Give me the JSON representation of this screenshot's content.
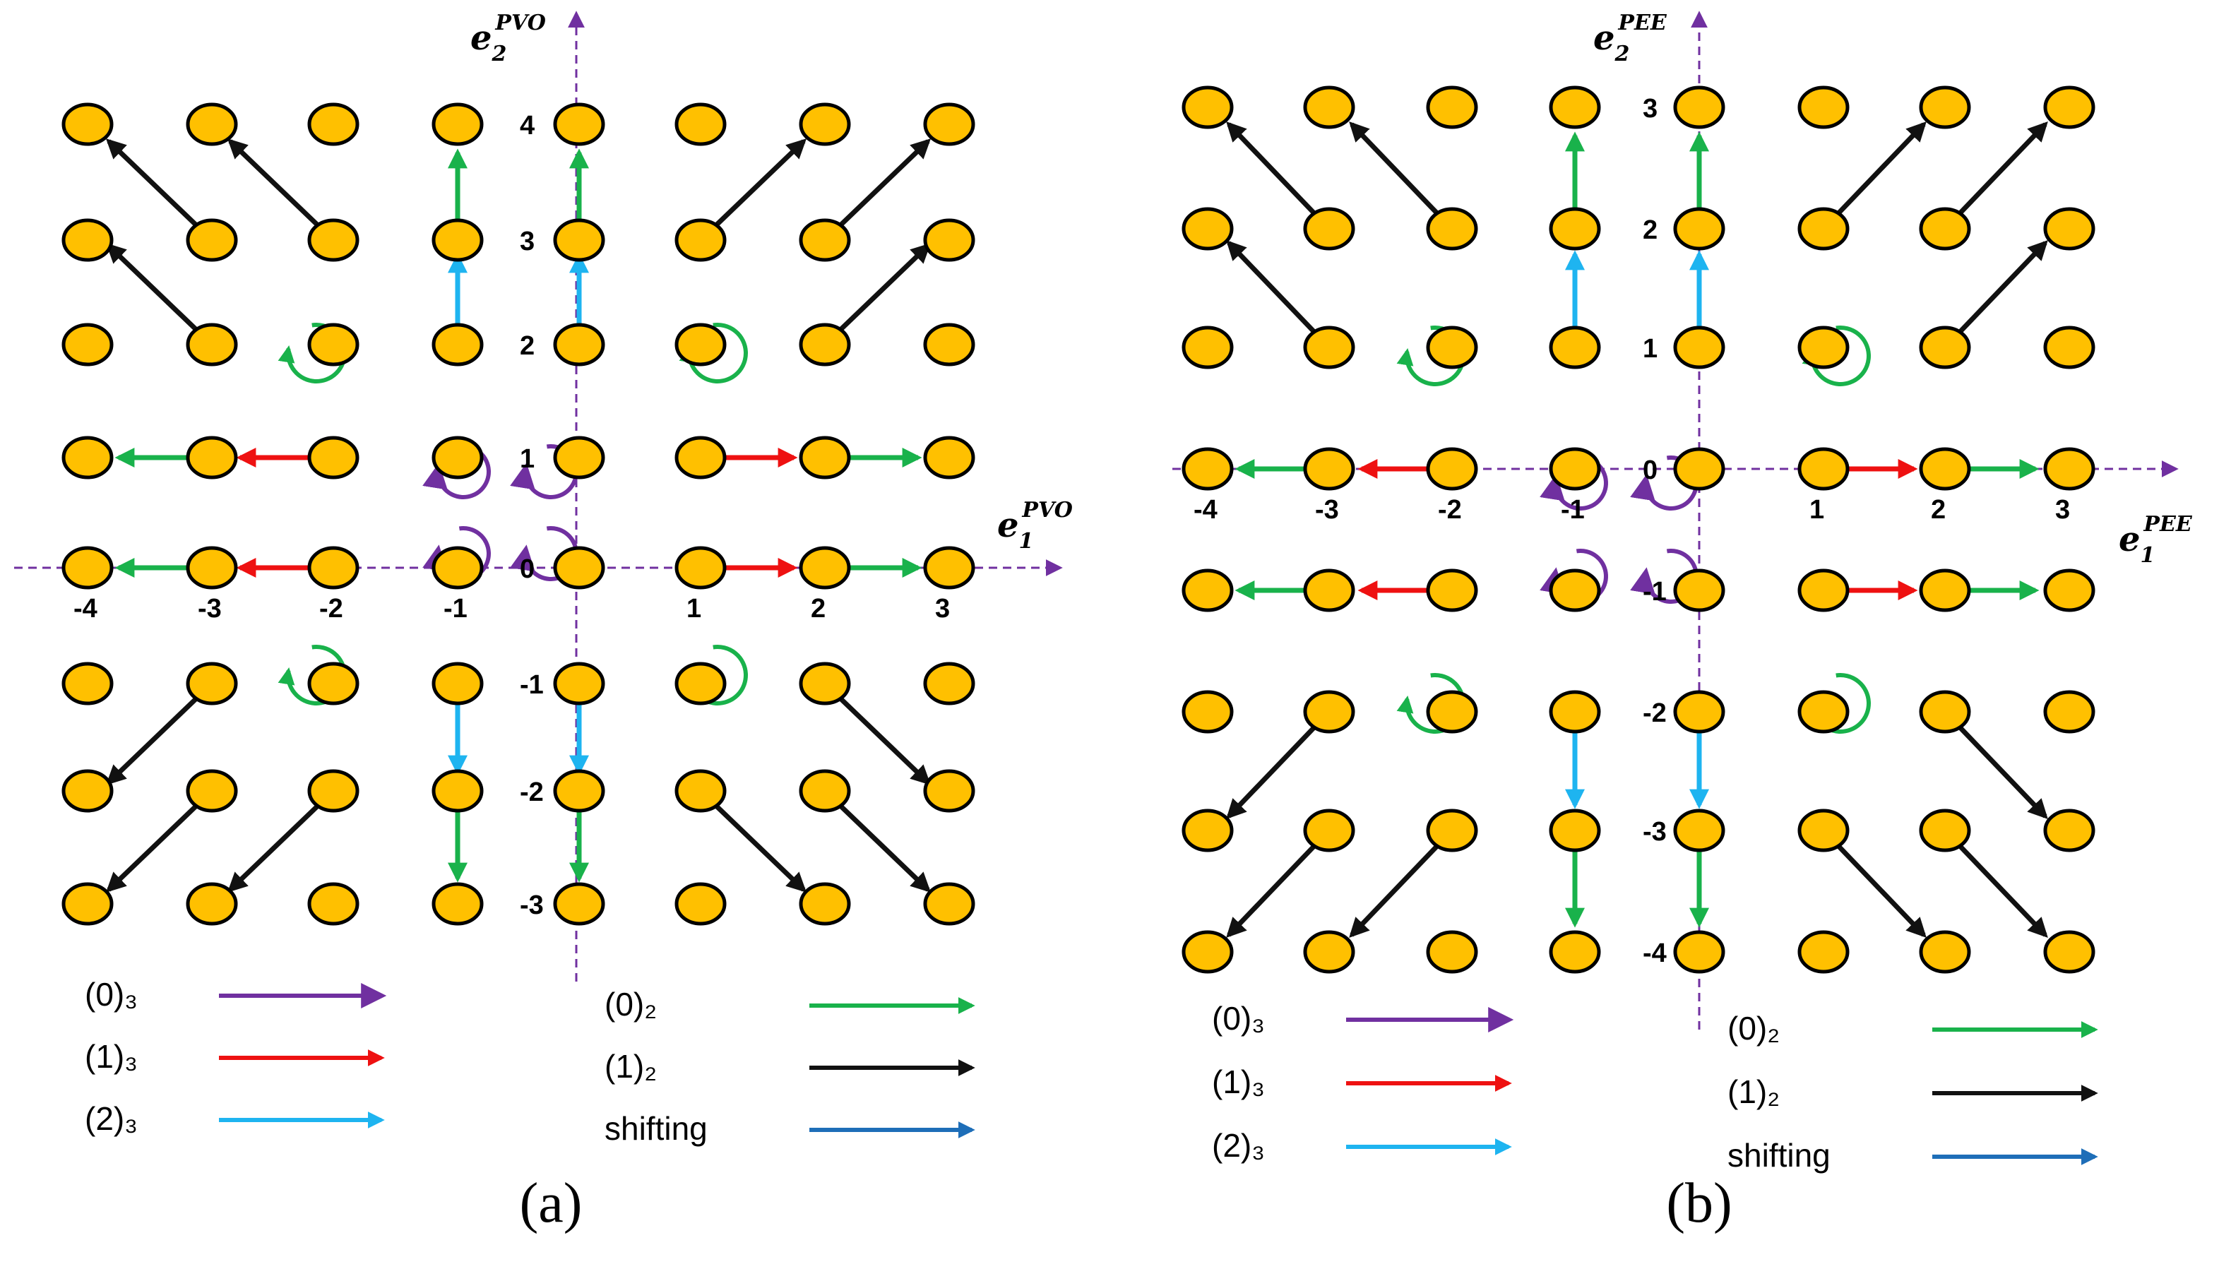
{
  "colors": {
    "purple": "#7030A0",
    "red": "#EE1111",
    "lightblue": "#1EB4F0",
    "green": "#19B24B",
    "black": "#111111",
    "blue": "#1E6EB8",
    "node": "#FFC000"
  },
  "panels": [
    {
      "id": "a",
      "caption": "(a)",
      "axis_x_base": "e",
      "axis_x_sub": "1",
      "axis_x_sup": "PVO",
      "axis_y_base": "e",
      "axis_y_sub": "2",
      "axis_y_sup": "PVO",
      "x_ticks": [
        "-4",
        "-3",
        "-2",
        "-1",
        "1",
        "2",
        "3"
      ],
      "y_ticks": [
        "4",
        "3",
        "2",
        "1",
        "0",
        "-1",
        "-2",
        "-3"
      ],
      "legend": {
        "left": [
          {
            "label": "(0)₃",
            "color": "purple"
          },
          {
            "label": "(1)₃",
            "color": "red"
          },
          {
            "label": "(2)₃",
            "color": "lightblue"
          }
        ],
        "right": [
          {
            "label": "(0)₂",
            "color": "green"
          },
          {
            "label": "(1)₂",
            "color": "black"
          },
          {
            "label": "shifting",
            "color": "blue"
          }
        ]
      }
    },
    {
      "id": "b",
      "caption": "(b)",
      "axis_x_base": "e",
      "axis_x_sub": "1",
      "axis_x_sup": "PEE",
      "axis_y_base": "e",
      "axis_y_sub": "2",
      "axis_y_sup": "PEE",
      "x_ticks": [
        "-4",
        "-3",
        "-2",
        "-1",
        "1",
        "2",
        "3"
      ],
      "y_ticks": [
        "3",
        "2",
        "1",
        "0",
        "-1",
        "-2",
        "-3",
        "-4"
      ],
      "legend": {
        "left": [
          {
            "label": "(0)₃",
            "color": "purple"
          },
          {
            "label": "(1)₃",
            "color": "red"
          },
          {
            "label": "(2)₃",
            "color": "lightblue"
          }
        ],
        "right": [
          {
            "label": "(0)₂",
            "color": "green"
          },
          {
            "label": "(1)₂",
            "color": "black"
          },
          {
            "label": "shifting",
            "color": "blue"
          }
        ]
      }
    }
  ]
}
